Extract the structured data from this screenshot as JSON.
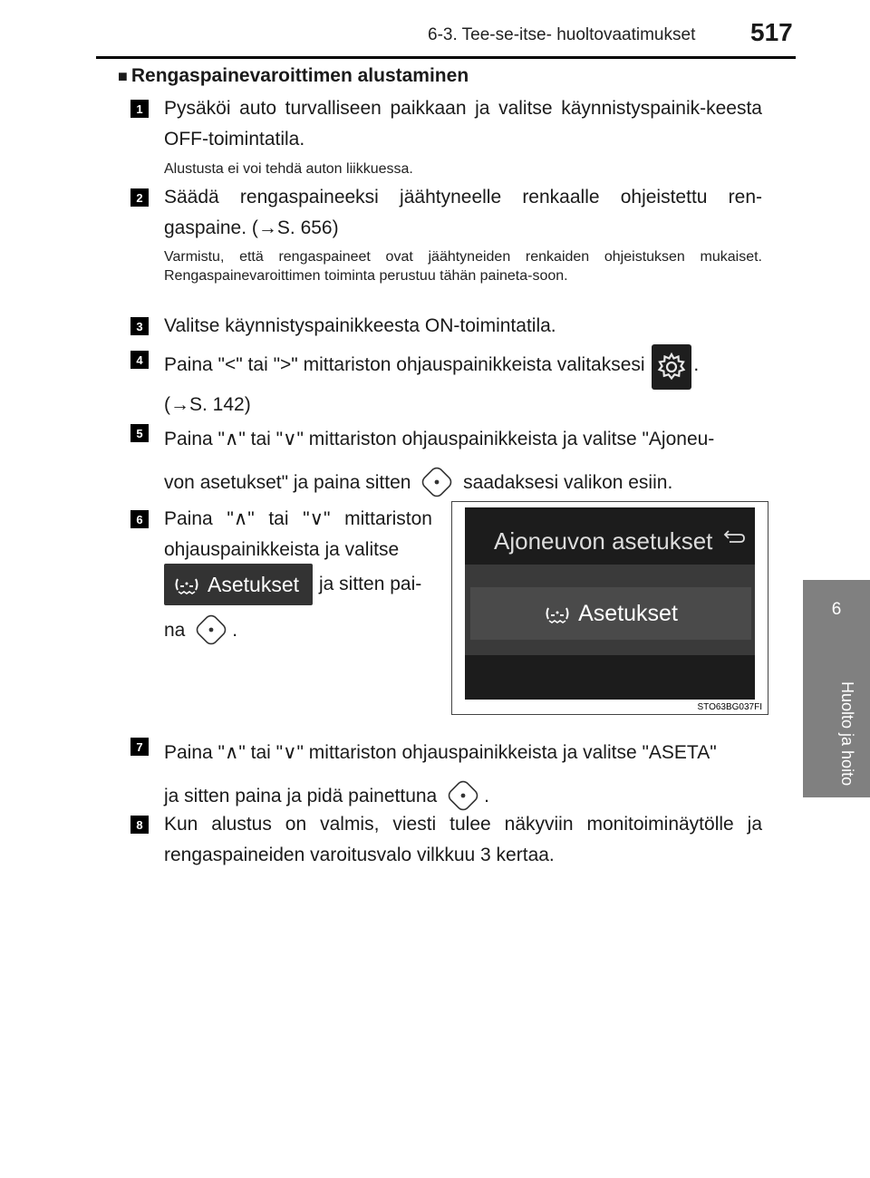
{
  "header": {
    "section": "6-3. Tee-se-itse- huoltovaatimukset",
    "page_number": "517"
  },
  "side_tab": {
    "chapter": "6",
    "label": "Huolto ja hoito"
  },
  "section_title": "Rengaspainevaroittimen alustaminen",
  "steps": {
    "s1": {
      "num": "1",
      "text": "Pysäköi auto turvalliseen paikkaan ja valitse käynnistyspainik-keesta OFF-toimintatila.",
      "note": "Alustusta ei voi tehdä auton liikkuessa."
    },
    "s2": {
      "num": "2",
      "text": "Säädä rengaspaineeksi jäähtyneelle renkaalle ohjeistettu ren-gaspaine. (→S. 656)",
      "note": "Varmistu, että rengaspaineet ovat jäähtyneiden renkaiden ohjeistuksen mukaiset. Rengaspainevaroittimen toiminta perustuu tähän paineta-soon."
    },
    "s3": {
      "num": "3",
      "text": "Valitse käynnistyspainikkeesta ON-toimintatila."
    },
    "s4": {
      "num": "4",
      "text_a": "Paina \"<\" tai \">\" mittariston ohjauspainikkeista valitaksesi",
      "text_b": ".",
      "text_c": "(→S. 142)"
    },
    "s5": {
      "num": "5",
      "text_a": "Paina \"∧\" tai \"∨\" mittariston ohjauspainikkeista ja valitse \"Ajoneu-",
      "text_b": "von asetukset\" ja paina sitten",
      "text_c": "saadaksesi valikon esiin."
    },
    "s6": {
      "num": "6",
      "text_a": "Paina \"∧\" tai \"∨\" mittariston ohjauspainikkeista ja valitse",
      "text_b": "ja sitten pai-",
      "text_c": "na",
      "text_d": "."
    },
    "s7": {
      "num": "7",
      "text_a": "Paina \"∧\" tai \"∨\" mittariston ohjauspainikkeista ja valitse \"ASETA\"",
      "text_b": "ja sitten paina ja pidä painettuna",
      "text_c": "."
    },
    "s8": {
      "num": "8",
      "text": "Kun alustus on valmis, viesti tulee näkyviin monitoiminäytölle ja rengaspaineiden varoitusvalo vilkkuu 3 kertaa."
    }
  },
  "inline_label": "Asetukset",
  "figure": {
    "screen_title": "Ajoneuvon asetukset",
    "selected_item": "Asetukset",
    "code": "STO63BG037FI"
  },
  "colors": {
    "tab": "#808080",
    "screen": "#1c1c1c",
    "selected": "#4a4a4a"
  },
  "icons": [
    "gear-icon",
    "enter-button-icon",
    "tpms-icon",
    "back-arrow-icon"
  ]
}
